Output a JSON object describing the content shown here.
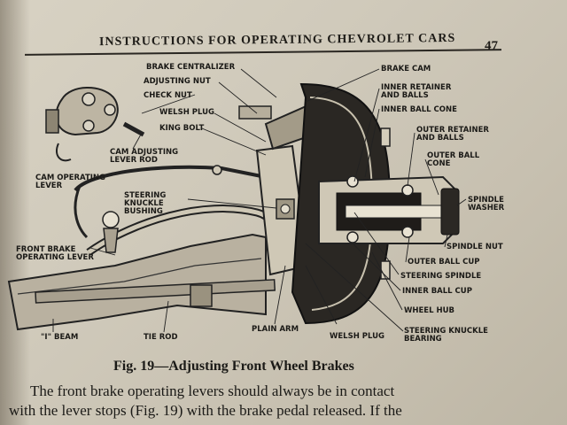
{
  "header": {
    "title": "INSTRUCTIONS FOR OPERATING CHEVROLET CARS",
    "page_number": "47"
  },
  "figure": {
    "labels": {
      "brake_centralizer": "BRAKE CENTRALIZER",
      "adjusting_nut": "ADJUSTING NUT",
      "check_nut": "CHECK NUT",
      "welsh_plug_top": "WELSH PLUG",
      "king_bolt": "KING BOLT",
      "cam_adjusting_lever_rod": "CAM ADJUSTING\nLEVER ROD",
      "cam_operating_lever": "CAM OPERATING\nLEVER",
      "steering_knuckle_bushing": "STEERING\nKNUCKLE\nBUSHING",
      "front_brake_operating_lever": "FRONT BRAKE\nOPERATING LEVER",
      "i_beam": "\"I\" BEAM",
      "tie_rod": "TIE ROD",
      "plain_arm": "PLAIN ARM",
      "welsh_plug_bottom": "WELSH PLUG",
      "brake_cam": "BRAKE CAM",
      "inner_retainer_and_balls": "INNER RETAINER\nAND BALLS",
      "inner_ball_cone": "INNER BALL CONE",
      "outer_retainer_and_balls": "OUTER RETAINER\nAND BALLS",
      "outer_ball_cone": "OUTER BALL\nCONE",
      "spindle_washer": "SPINDLE\nWASHER",
      "spindle_nut": "SPINDLE NUT",
      "outer_ball_cup": "OUTER BALL CUP",
      "steering_spindle": "STEERING SPINDLE",
      "inner_ball_cup": "INNER BALL CUP",
      "wheel_hub": "WHEEL HUB",
      "steering_knuckle_bearing": "STEERING KNUCKLE\nBEARING"
    },
    "caption": "Fig. 19—Adjusting Front Wheel Brakes"
  },
  "body": {
    "line1": "The front brake operating levers should always be in contact",
    "line2": "with the lever stops (Fig. 19) with the brake pedal released.  If the"
  }
}
